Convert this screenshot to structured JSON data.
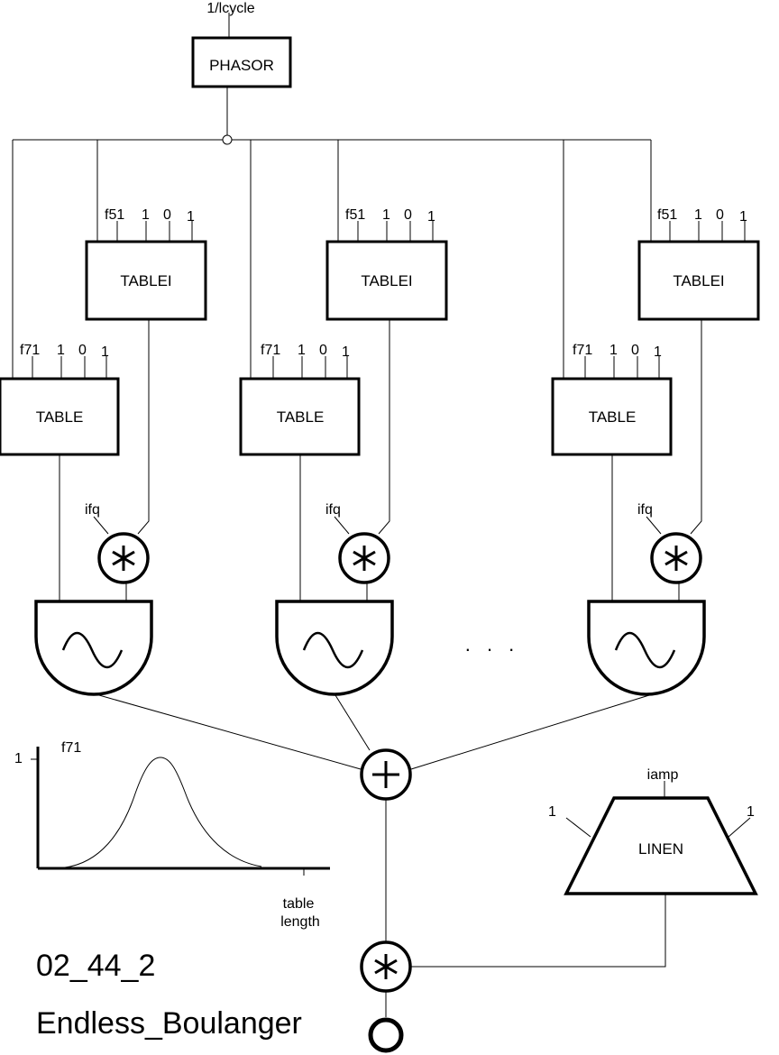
{
  "phasor": {
    "label": "PHASOR",
    "input": "1/lcycle"
  },
  "tablei": {
    "label": "TABLEI",
    "args": [
      "f51",
      "1",
      "0",
      "1"
    ]
  },
  "table": {
    "label": "TABLE",
    "args": [
      "f71",
      "1",
      "0",
      "1"
    ]
  },
  "oscil": {
    "freq_input": "ifq"
  },
  "ellipsis": ". . .",
  "linen": {
    "label": "LINEN",
    "amp_input": "iamp",
    "left_input": "1",
    "right_input": "1"
  },
  "graph": {
    "table_name": "f71",
    "y_max": "1",
    "x_label_line1": "table",
    "x_label_line2": "length"
  },
  "caption": {
    "id": "02_44_2",
    "title": "Endless_Boulanger"
  }
}
